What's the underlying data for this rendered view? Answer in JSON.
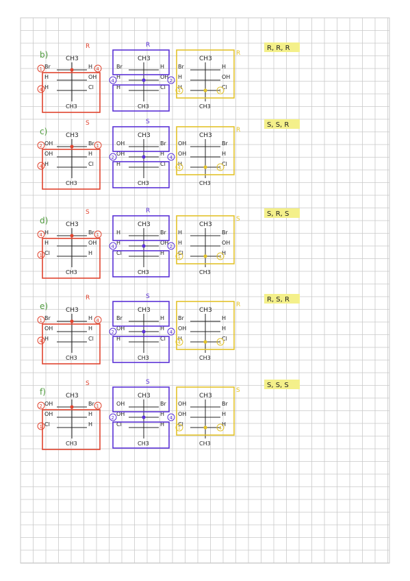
{
  "colors": {
    "grid": "#c9c9c9",
    "red": "#e0442f",
    "blue": "#5a31d6",
    "yellow": "#e2c22a",
    "green": "#4e9a3c",
    "ink": "#222222",
    "highlight": "#f4f08a"
  },
  "problems": [
    {
      "letter": "b)",
      "top_left": "Br",
      "top_right": "H",
      "top_stereo": "R",
      "mid_left": "H",
      "mid_right": "OH",
      "bot_left": "H",
      "bot_right": "Cl",
      "blue_stereo": "R",
      "yellow_stereo": "R",
      "answer": "R, R, R",
      "prio_top_left": "1",
      "prio_top_right": "4",
      "prio_mid_left": "4",
      "prio_mid_right": "2",
      "prio_bot_left": "4",
      "prio_bot_right": "1"
    },
    {
      "letter": "c)",
      "top_left": "OH",
      "top_right": "Br",
      "top_stereo": "S",
      "mid_left": "OH",
      "mid_right": "H",
      "bot_left": "H",
      "bot_right": "Cl",
      "blue_stereo": "S",
      "yellow_stereo": "R",
      "answer": "S, S, R",
      "prio_top_left": "2",
      "prio_top_right": "1",
      "prio_mid_left": "2",
      "prio_mid_right": "4",
      "prio_bot_left": "4",
      "prio_bot_right": "1"
    },
    {
      "letter": "d)",
      "top_left": "H",
      "top_right": "Br",
      "top_stereo": "S",
      "mid_left": "H",
      "mid_right": "OH",
      "bot_left": "Cl",
      "bot_right": "H",
      "blue_stereo": "R",
      "yellow_stereo": "S",
      "answer": "S, R, S",
      "prio_top_left": "4",
      "prio_top_right": "1",
      "prio_mid_left": "4",
      "prio_mid_right": "2",
      "prio_bot_left": "1",
      "prio_bot_right": "4"
    },
    {
      "letter": "e)",
      "top_left": "Br",
      "top_right": "H",
      "top_stereo": "R",
      "mid_left": "OH",
      "mid_right": "H",
      "bot_left": "H",
      "bot_right": "Cl",
      "blue_stereo": "S",
      "yellow_stereo": "R",
      "answer": "R, S, R",
      "prio_top_left": "1",
      "prio_top_right": "4",
      "prio_mid_left": "2",
      "prio_mid_right": "4",
      "prio_bot_left": "4",
      "prio_bot_right": "1"
    },
    {
      "letter": "f)",
      "top_left": "OH",
      "top_right": "Br",
      "top_stereo": "S",
      "mid_left": "OH",
      "mid_right": "H",
      "bot_left": "Cl",
      "bot_right": "H",
      "blue_stereo": "S",
      "yellow_stereo": "S",
      "answer": "S, S, S",
      "prio_top_left": "2",
      "prio_top_right": "1",
      "prio_mid_left": "2",
      "prio_mid_right": "4",
      "prio_bot_left": "1",
      "prio_bot_right": "4"
    }
  ],
  "text": {
    "ch3": "CH3"
  }
}
